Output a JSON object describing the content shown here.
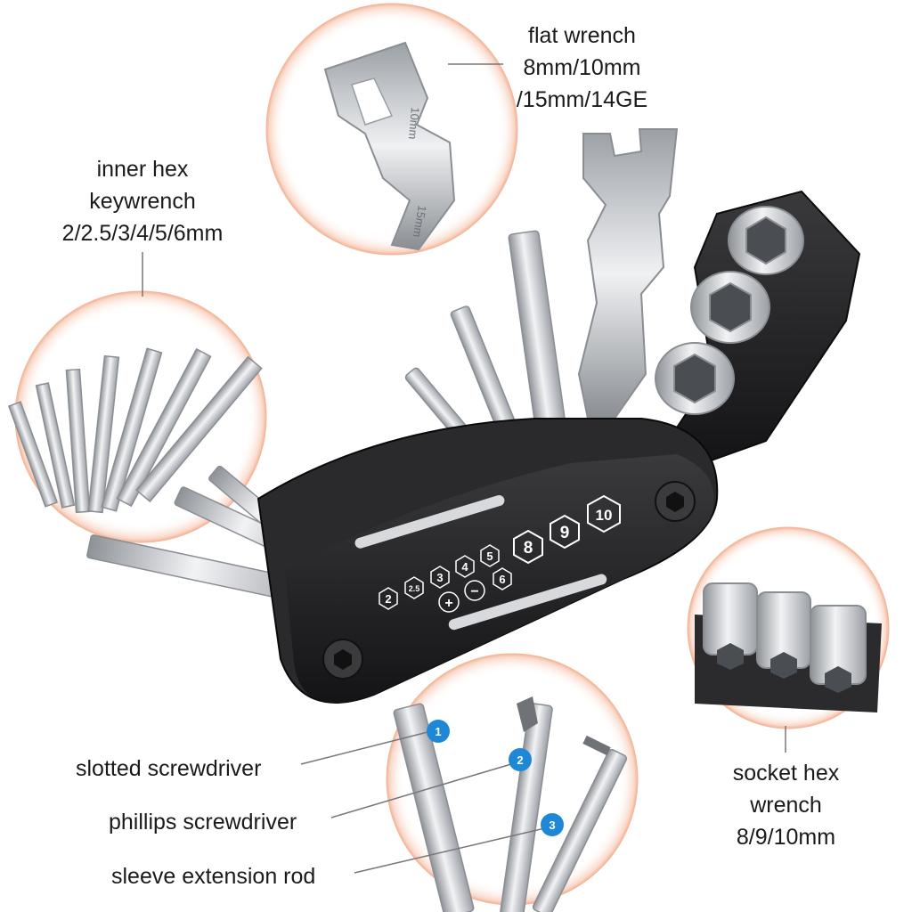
{
  "labels": {
    "flat_wrench": [
      "flat wrench",
      "8mm/10mm",
      "/15mm/14GE"
    ],
    "hex_key": [
      "inner hex",
      "keywrench",
      "2/2.5/3/4/5/6mm"
    ],
    "socket": [
      "socket hex",
      "wrench",
      "8/9/10mm"
    ],
    "slotted": "slotted screwdriver",
    "phillips": "phillips screwdriver",
    "sleeve": "sleeve extension rod"
  },
  "badges": [
    "1",
    "2",
    "3"
  ],
  "tool_markings": {
    "hex_sizes": [
      "2",
      "2.5",
      "3",
      "4",
      "5",
      "6"
    ],
    "symbols": [
      "+",
      "−"
    ],
    "socket_sizes": [
      "8",
      "9",
      "10"
    ],
    "wrench_stamp_1": "10mm",
    "wrench_stamp_2": "15mm"
  },
  "colors": {
    "accent_ring": "#f2b59b",
    "badge_blue": "#1e88d6",
    "body_black": "#1c1c1e",
    "steel": "#c9ccd1"
  }
}
